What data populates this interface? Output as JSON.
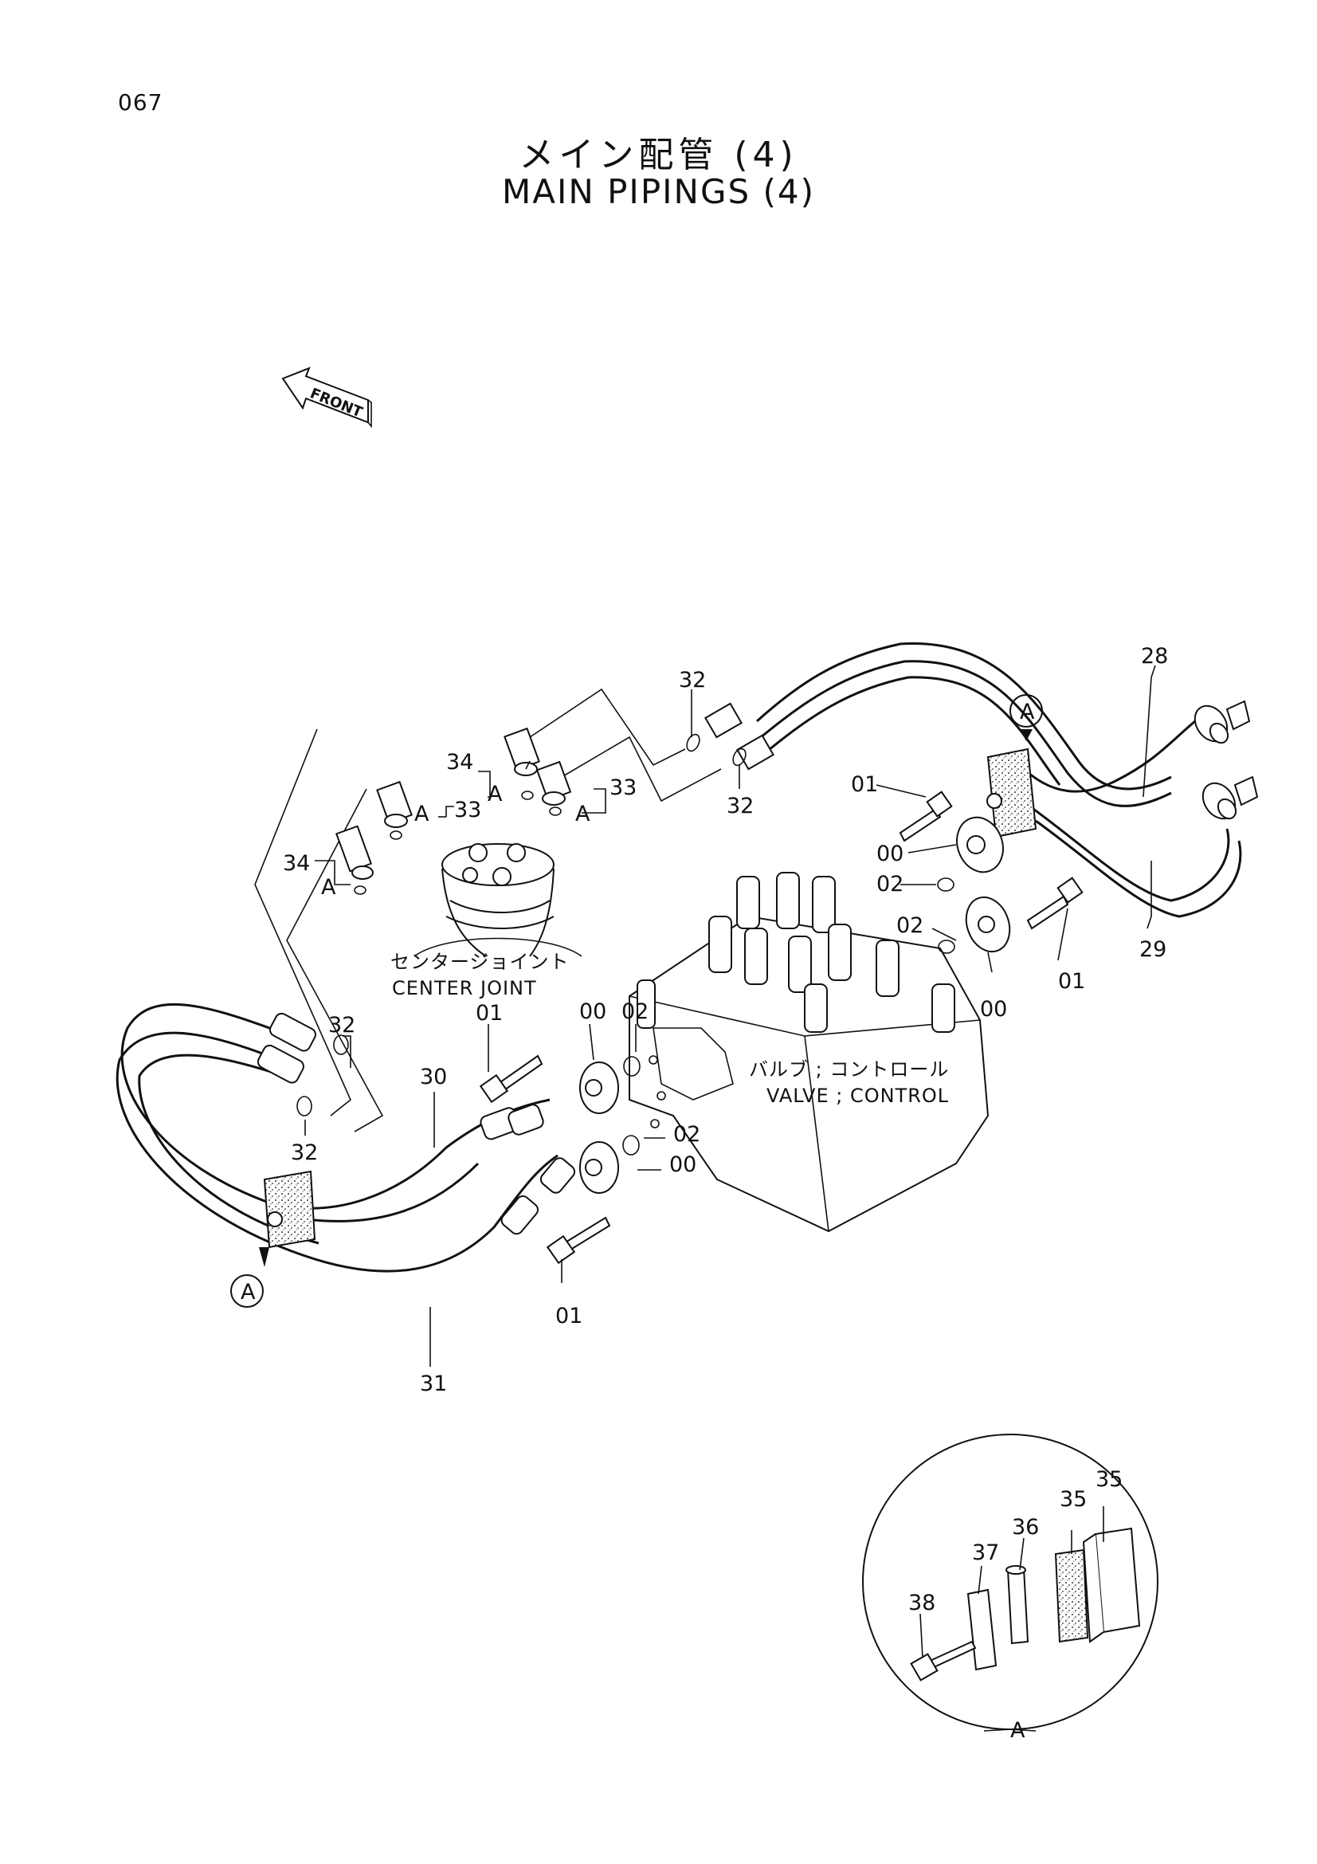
{
  "page_number": "067",
  "title_jp": "メイン配管 (4)",
  "title_en": "MAIN PIPINGS (4)",
  "front_label": "FRONT",
  "captions": {
    "center_joint_jp": "センタージョイント",
    "center_joint_en": "CENTER JOINT",
    "valve_jp": "バルブ ; コントロール",
    "valve_en": "VALVE ; CONTROL",
    "detail_marker": "A"
  },
  "callouts": {
    "c28": "28",
    "c29": "29",
    "c30": "30",
    "c31": "31",
    "c32a": "32",
    "c32b": "32",
    "c32c": "32",
    "c32d": "32",
    "c33a": "33",
    "c33b": "33",
    "c34a": "34",
    "c34b": "34",
    "c01a": "01",
    "c01b": "01",
    "c01c": "01",
    "c01d": "01",
    "c00a": "00",
    "c00b": "00",
    "c00c": "00",
    "c00d": "00",
    "c02a": "02",
    "c02b": "02",
    "c02c": "02",
    "c02d": "02",
    "c35a": "35",
    "c35b": "35",
    "c36": "36",
    "c37": "37",
    "c38": "38",
    "refA1": "A",
    "refA2": "A",
    "refA3": "A",
    "refA4": "A",
    "circleA_top": "A",
    "circleA_bottom": "A"
  },
  "icons": [
    "front-arrow-icon",
    "center-joint-drawing",
    "control-valve-drawing",
    "pipe-clamp-drawing",
    "detail-a-circle"
  ]
}
